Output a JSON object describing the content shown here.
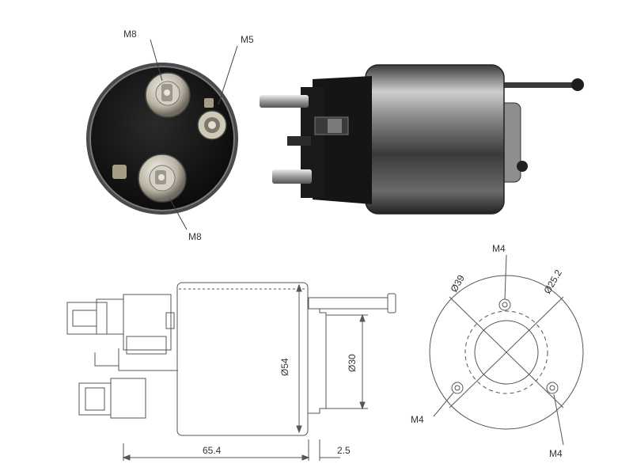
{
  "photo_labels": {
    "terminal_top": "M8",
    "terminal_small": "M5",
    "terminal_bottom": "M8"
  },
  "side_view": {
    "diameter_body": "Ø54",
    "diameter_boss": "Ø30",
    "length": "65.4",
    "offset": "2.5"
  },
  "front_view": {
    "bolt_circle": "Ø39",
    "center_diameter": "Ø25.2",
    "hole_top": "M4",
    "hole_left": "M4",
    "hole_right": "M4"
  },
  "colors": {
    "line": "#555555",
    "metal_dark": "#1a1a1a",
    "metal_light": "#c8c8c8"
  }
}
